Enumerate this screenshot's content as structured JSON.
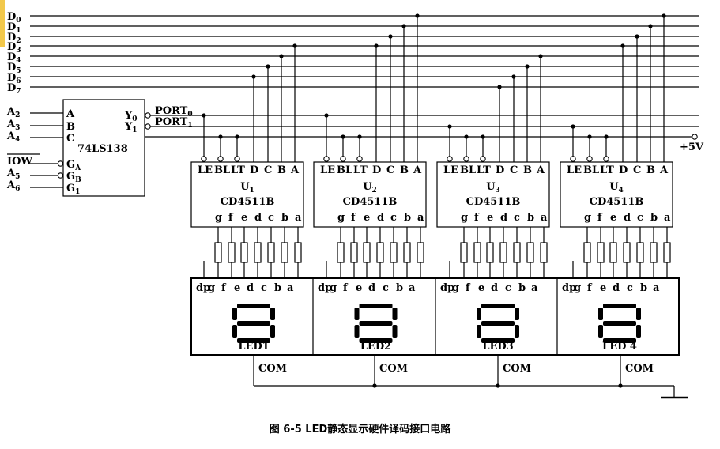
{
  "colors": {
    "accent_bar": "#f2c84b",
    "ink": "#000000"
  },
  "bus": {
    "data_lines": [
      "D0",
      "D1",
      "D2",
      "D3",
      "D4",
      "D5",
      "D6",
      "D7"
    ]
  },
  "decoder": {
    "name": "74LS138",
    "inputs": [
      "A",
      "B",
      "C"
    ],
    "address_labels": [
      "A2",
      "A3",
      "A4"
    ],
    "enable_pins": [
      "GA",
      "GB",
      "G1"
    ],
    "enable_labels": [
      "IOW",
      "A5",
      "A6"
    ],
    "outputs": [
      "Y0",
      "Y1"
    ],
    "port_labels": [
      "PORT0",
      "PORT1"
    ]
  },
  "chip_pins": [
    "LE",
    "BL",
    "LT",
    "D",
    "C",
    "B",
    "A"
  ],
  "chip_outputs": [
    "g",
    "f",
    "e",
    "d",
    "c",
    "b",
    "a"
  ],
  "chips": [
    {
      "ref": "U1",
      "part": "CD4511B"
    },
    {
      "ref": "U2",
      "part": "CD4511B"
    },
    {
      "ref": "U3",
      "part": "CD4511B"
    },
    {
      "ref": "U4",
      "part": "CD4511B"
    }
  ],
  "led_pins": [
    "dp",
    "g",
    "f",
    "e",
    "d",
    "c",
    "b",
    "a"
  ],
  "leds": [
    "LED1",
    "LED2",
    "LED3",
    "LED 4"
  ],
  "common": "COM",
  "supply": "+5V",
  "caption": "图 6-5 LED静态显示硬件译码接口电路"
}
